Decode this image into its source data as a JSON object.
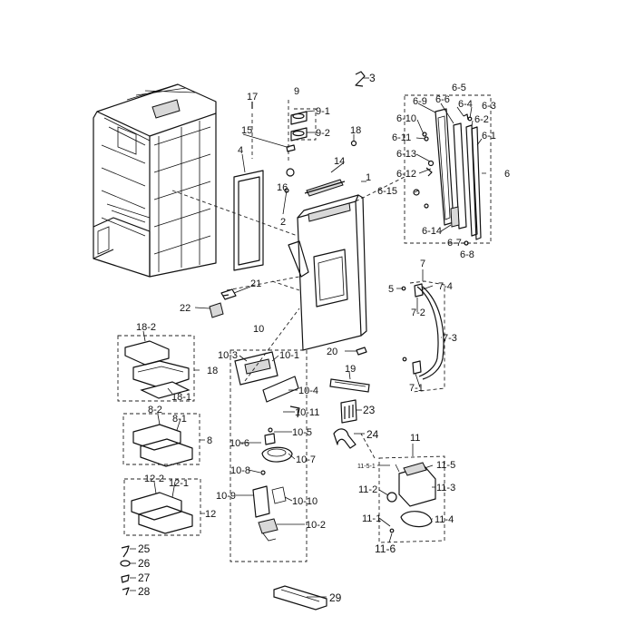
{
  "labels": {
    "l3": "3",
    "l17": "17",
    "l9": "9",
    "l9_1": "9-1",
    "l9_2": "9-2",
    "l18": "18",
    "l15": "15",
    "l4": "4",
    "l14": "14",
    "l1": "1",
    "l16": "16",
    "l2": "2",
    "l6_5": "6-5",
    "l6_9": "6-9",
    "l6_6": "6-6",
    "l6_4": "6-4",
    "l6_3": "6-3",
    "l6_10": "6-10",
    "l6_2": "6-2",
    "l6_11": "6-11",
    "l6_1": "6-1",
    "l6_13": "6-13",
    "l6": "6",
    "l6_12": "6-12",
    "l6_15": "6-15",
    "l6_14": "6-14",
    "l6_7": "6-7",
    "l6_8": "6-8",
    "l7": "7",
    "l5": "5",
    "l7_4": "7-4",
    "l7_2": "7-2",
    "l7_3": "7-3",
    "l7_1": "7-1",
    "l21": "21",
    "l22": "22",
    "l10": "10",
    "l20": "20",
    "l10_3": "10-3",
    "l10_1": "10-1",
    "l19": "19",
    "l10_4": "10-4",
    "l23": "23",
    "l10_11": "10-11",
    "l10_5": "10-5",
    "l24": "24",
    "l10_6": "10-6",
    "l10_7": "10-7",
    "l10_8": "10-8",
    "l10_9": "10-9",
    "l10_10": "10-10",
    "l10_2": "10-2",
    "l18_2": "18-2",
    "l18b": "18",
    "l18_1": "18-1",
    "l8_2": "8-2",
    "l8_1": "8-1",
    "l8": "8",
    "l12_2": "12-2",
    "l12_1": "12-1",
    "l12": "12",
    "l25": "25",
    "l26": "26",
    "l27": "27",
    "l28": "28",
    "l11": "11",
    "l11_5_1": "11-5-1",
    "l11_5": "11-5",
    "l11_2": "11-2",
    "l11_3": "11-3",
    "l11_1": "11-1",
    "l11_4": "11-4",
    "l11_6": "11-6",
    "l29": "29"
  }
}
